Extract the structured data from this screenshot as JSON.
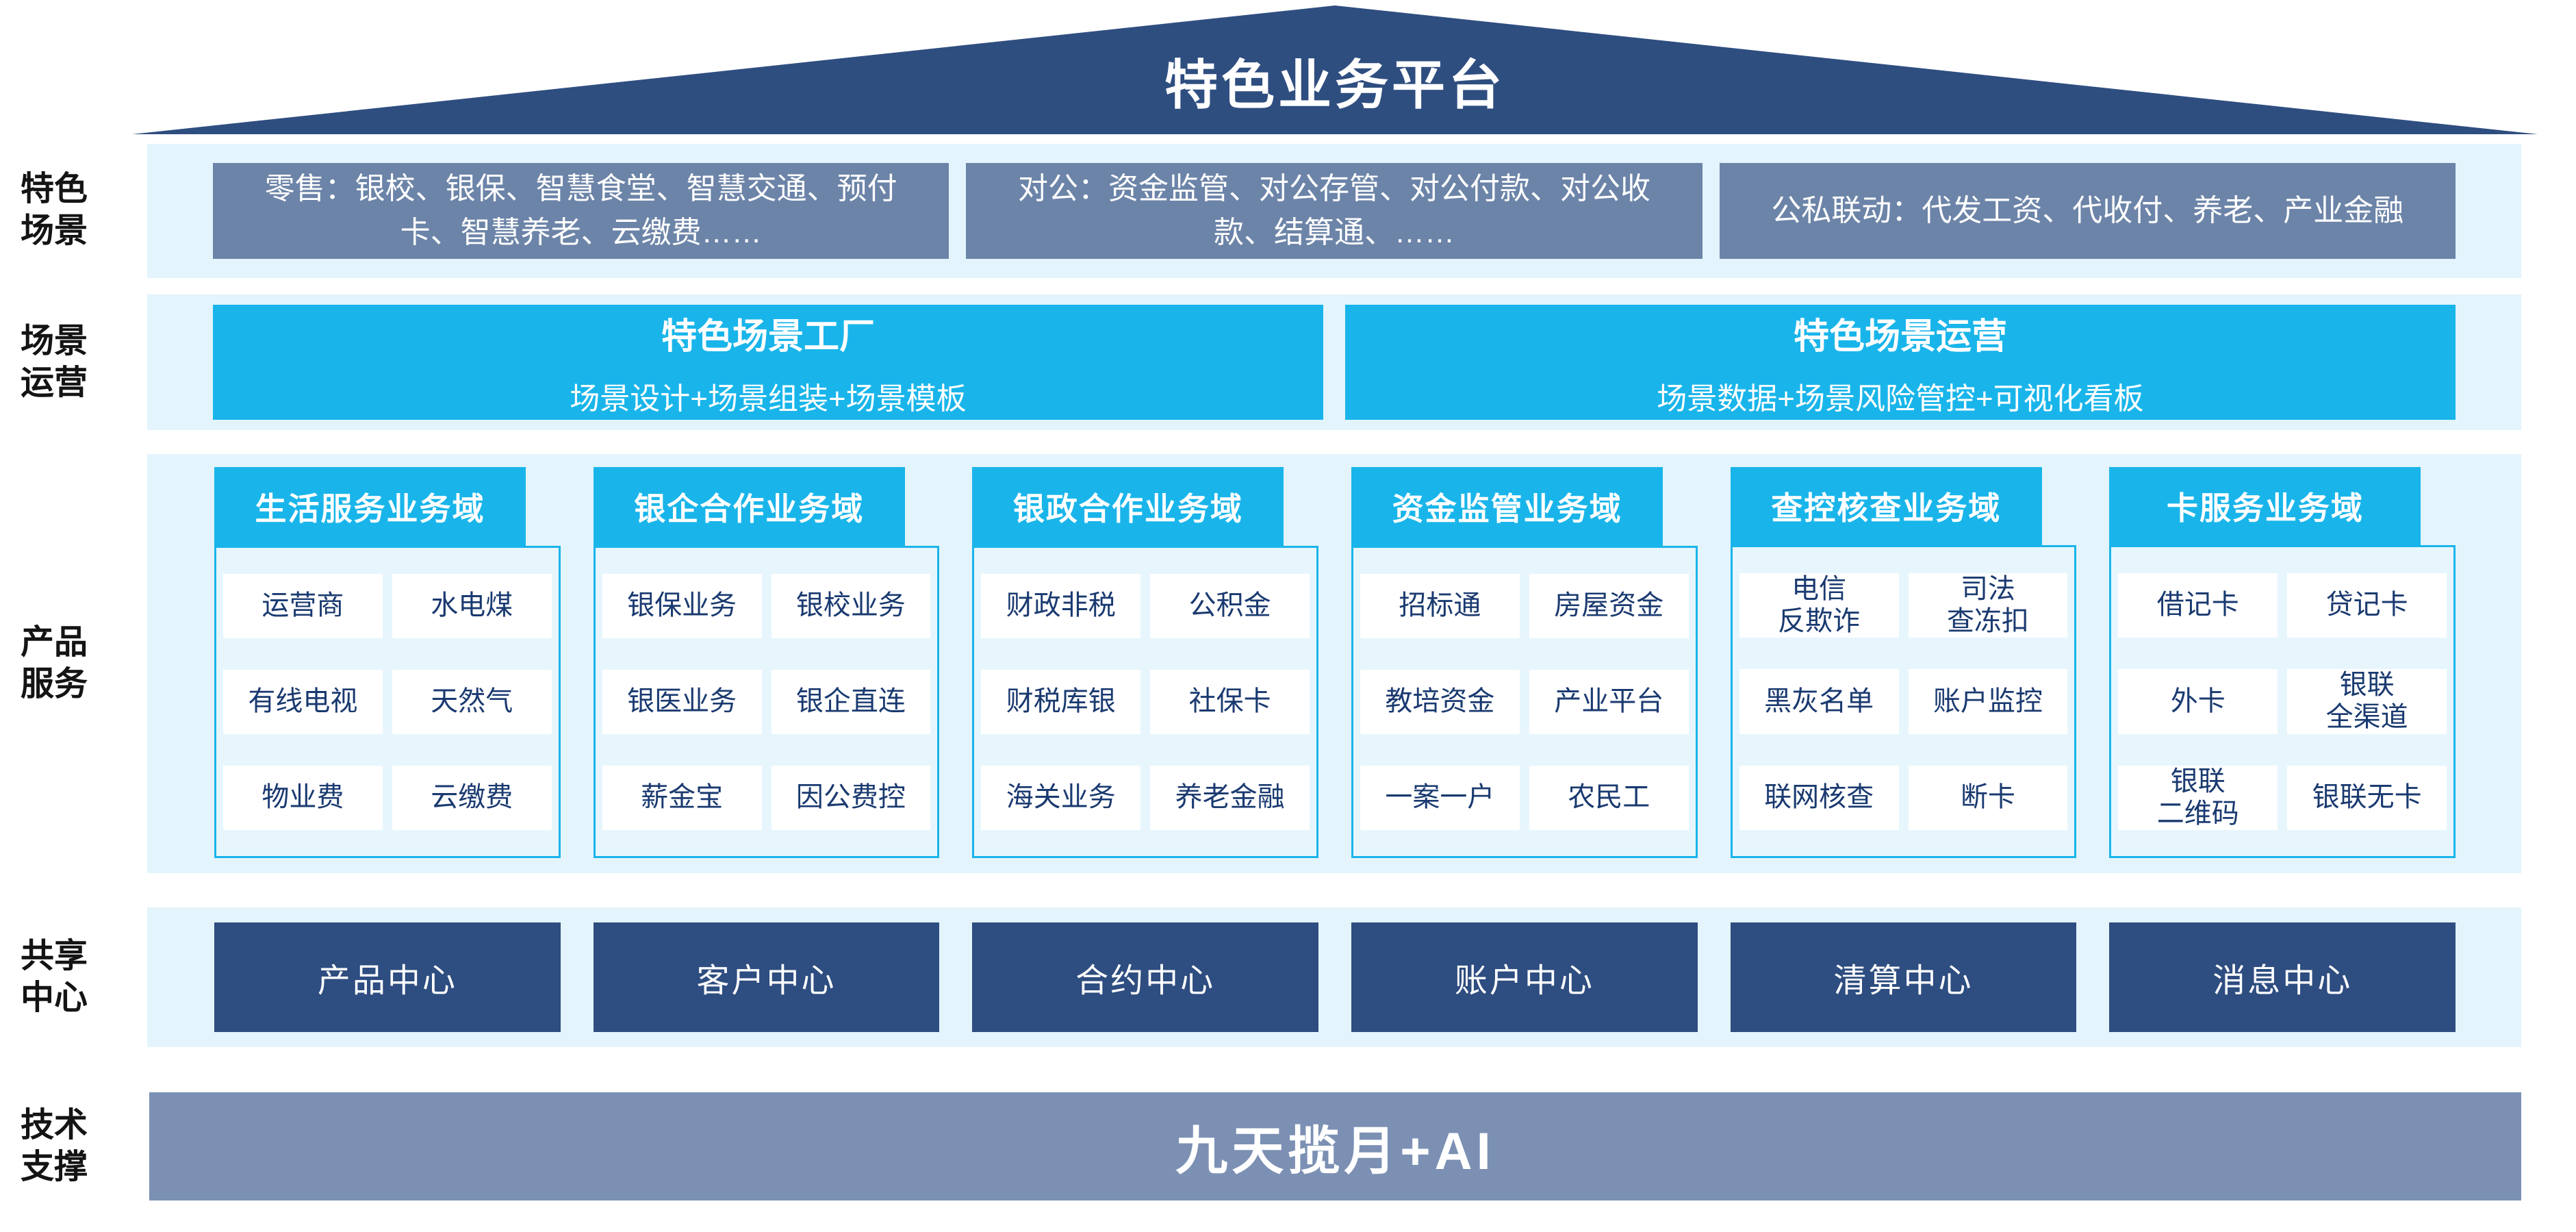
{
  "roof": {
    "title": "特色业务平台"
  },
  "side_labels": [
    {
      "id": "scenarios",
      "text": "特色\n场景"
    },
    {
      "id": "operations",
      "text": "场景\n运营"
    },
    {
      "id": "products",
      "text": "产品\n服务"
    },
    {
      "id": "centers",
      "text": "共享\n中心"
    },
    {
      "id": "tech",
      "text": "技术\n支撑"
    }
  ],
  "scenarios": {
    "boxes": [
      "零售：银校、银保、智慧食堂、智慧交通、预付卡、智慧养老、云缴费……",
      "对公：资金监管、对公存管、对公付款、对公收款、结算通、……",
      "公私联动：代发工资、代收付、养老、产业金融"
    ]
  },
  "operations": {
    "boxes": [
      {
        "title": "特色场景工厂",
        "subtitle": "场景设计+场景组装+场景模板"
      },
      {
        "title": "特色场景运营",
        "subtitle": "场景数据+场景风险管控+可视化看板"
      }
    ]
  },
  "products": {
    "columns": [
      {
        "header": "生活服务业务域",
        "cells": [
          "运营商",
          "水电煤",
          "有线电视",
          "天然气",
          "物业费",
          "云缴费"
        ]
      },
      {
        "header": "银企合作业务域",
        "cells": [
          "银保业务",
          "银校业务",
          "银医业务",
          "银企直连",
          "薪金宝",
          "因公费控"
        ]
      },
      {
        "header": "银政合作业务域",
        "cells": [
          "财政非税",
          "公积金",
          "财税库银",
          "社保卡",
          "海关业务",
          "养老金融"
        ]
      },
      {
        "header": "资金监管业务域",
        "cells": [
          "招标通",
          "房屋资金",
          "教培资金",
          "产业平台",
          "一案一户",
          "农民工"
        ]
      },
      {
        "header": "查控核查业务域",
        "cells": [
          "电信\n反欺诈",
          "司法\n查冻扣",
          "黑灰名单",
          "账户监控",
          "联网核查",
          "断卡"
        ]
      },
      {
        "header": "卡服务业务域",
        "cells": [
          "借记卡",
          "贷记卡",
          "外卡",
          "银联\n全渠道",
          "银联\n二维码",
          "银联无卡"
        ]
      }
    ]
  },
  "centers": [
    "产品中心",
    "客户中心",
    "合约中心",
    "账户中心",
    "清算中心",
    "消息中心"
  ],
  "tech": {
    "label": "九天揽月+AI"
  },
  "colors": {
    "roof_navy": "#2F4E80",
    "center_box_navy": "#2E4D80",
    "scenario_slate": "#6C84A8",
    "tech_bar_slate": "#7C90B4",
    "accent_cyan": "#19B5EA",
    "band_light_blue": "#E3F4FC",
    "cell_text_navy": "#1A3A70"
  }
}
